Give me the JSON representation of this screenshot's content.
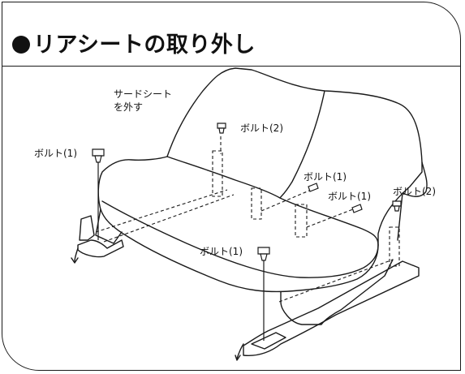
{
  "title": "リアシートの取り外し",
  "labels": {
    "third_seat_line1": "サードシート",
    "third_seat_line2": "を外す",
    "bolt2_top": "ボルト(2)",
    "bolt1_left": "ボルト(1)",
    "bolt1_mid_upper": "ボルト(1)",
    "bolt1_mid_lower": "ボルト(1)",
    "bolt2_right": "ボルト(2)",
    "bolt1_bottom": "ボルト(1)"
  },
  "colors": {
    "line": "#1a1a1a",
    "background": "#ffffff"
  }
}
